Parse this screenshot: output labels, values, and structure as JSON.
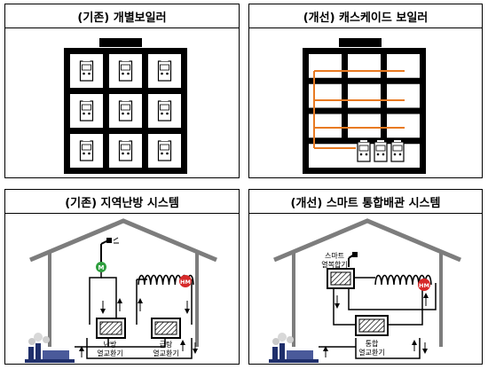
{
  "panels": {
    "top_left": {
      "title": "(기존) 개별보일러"
    },
    "top_right": {
      "title": "(개선) 캐스케이드 보일러"
    },
    "bottom_left": {
      "title": "(기존) 지역난방 시스템",
      "heat_exchanger_label": [
        "난방",
        "열교환기"
      ],
      "hot_water_label": [
        "급탕",
        "열교환기"
      ],
      "meter_m": "M",
      "meter_hm": "HM"
    },
    "bottom_right": {
      "title": "(개선) 스마트 통합배관 시스템",
      "smart_label": [
        "스마트",
        "열복합기"
      ],
      "integrated_label": [
        "통합",
        "열교환기"
      ],
      "meter_hm": "HM"
    }
  },
  "colors": {
    "border": "#000000",
    "pipe_orange": "#e87a22",
    "meter_green": "#2e9e3e",
    "meter_red": "#d62a2a",
    "roof_gray": "#7d7d7d",
    "plant_blue": "#1f2f6b"
  }
}
